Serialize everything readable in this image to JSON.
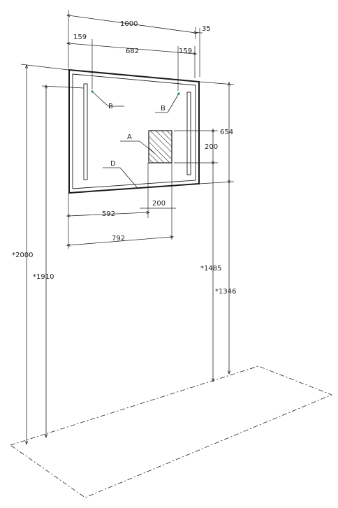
{
  "dimensions": {
    "width_total": "1000",
    "depth": "35",
    "led_offset_left": "159",
    "led_spacing": "682",
    "led_offset_right": "159",
    "height_mirror": "654",
    "sensor_height": "200",
    "sensor_offset": "592",
    "sensor_width": "200",
    "sensor_right": "792",
    "height_top": "*2000",
    "height_frame_top": "*1910",
    "height_sensor": "*1485",
    "height_bottom": "*1346"
  },
  "callouts": {
    "a": "A",
    "b_left": "B",
    "b_right": "B",
    "d": "D"
  },
  "colors": {
    "line": "#222222",
    "indicator": "#2bb3a0"
  }
}
